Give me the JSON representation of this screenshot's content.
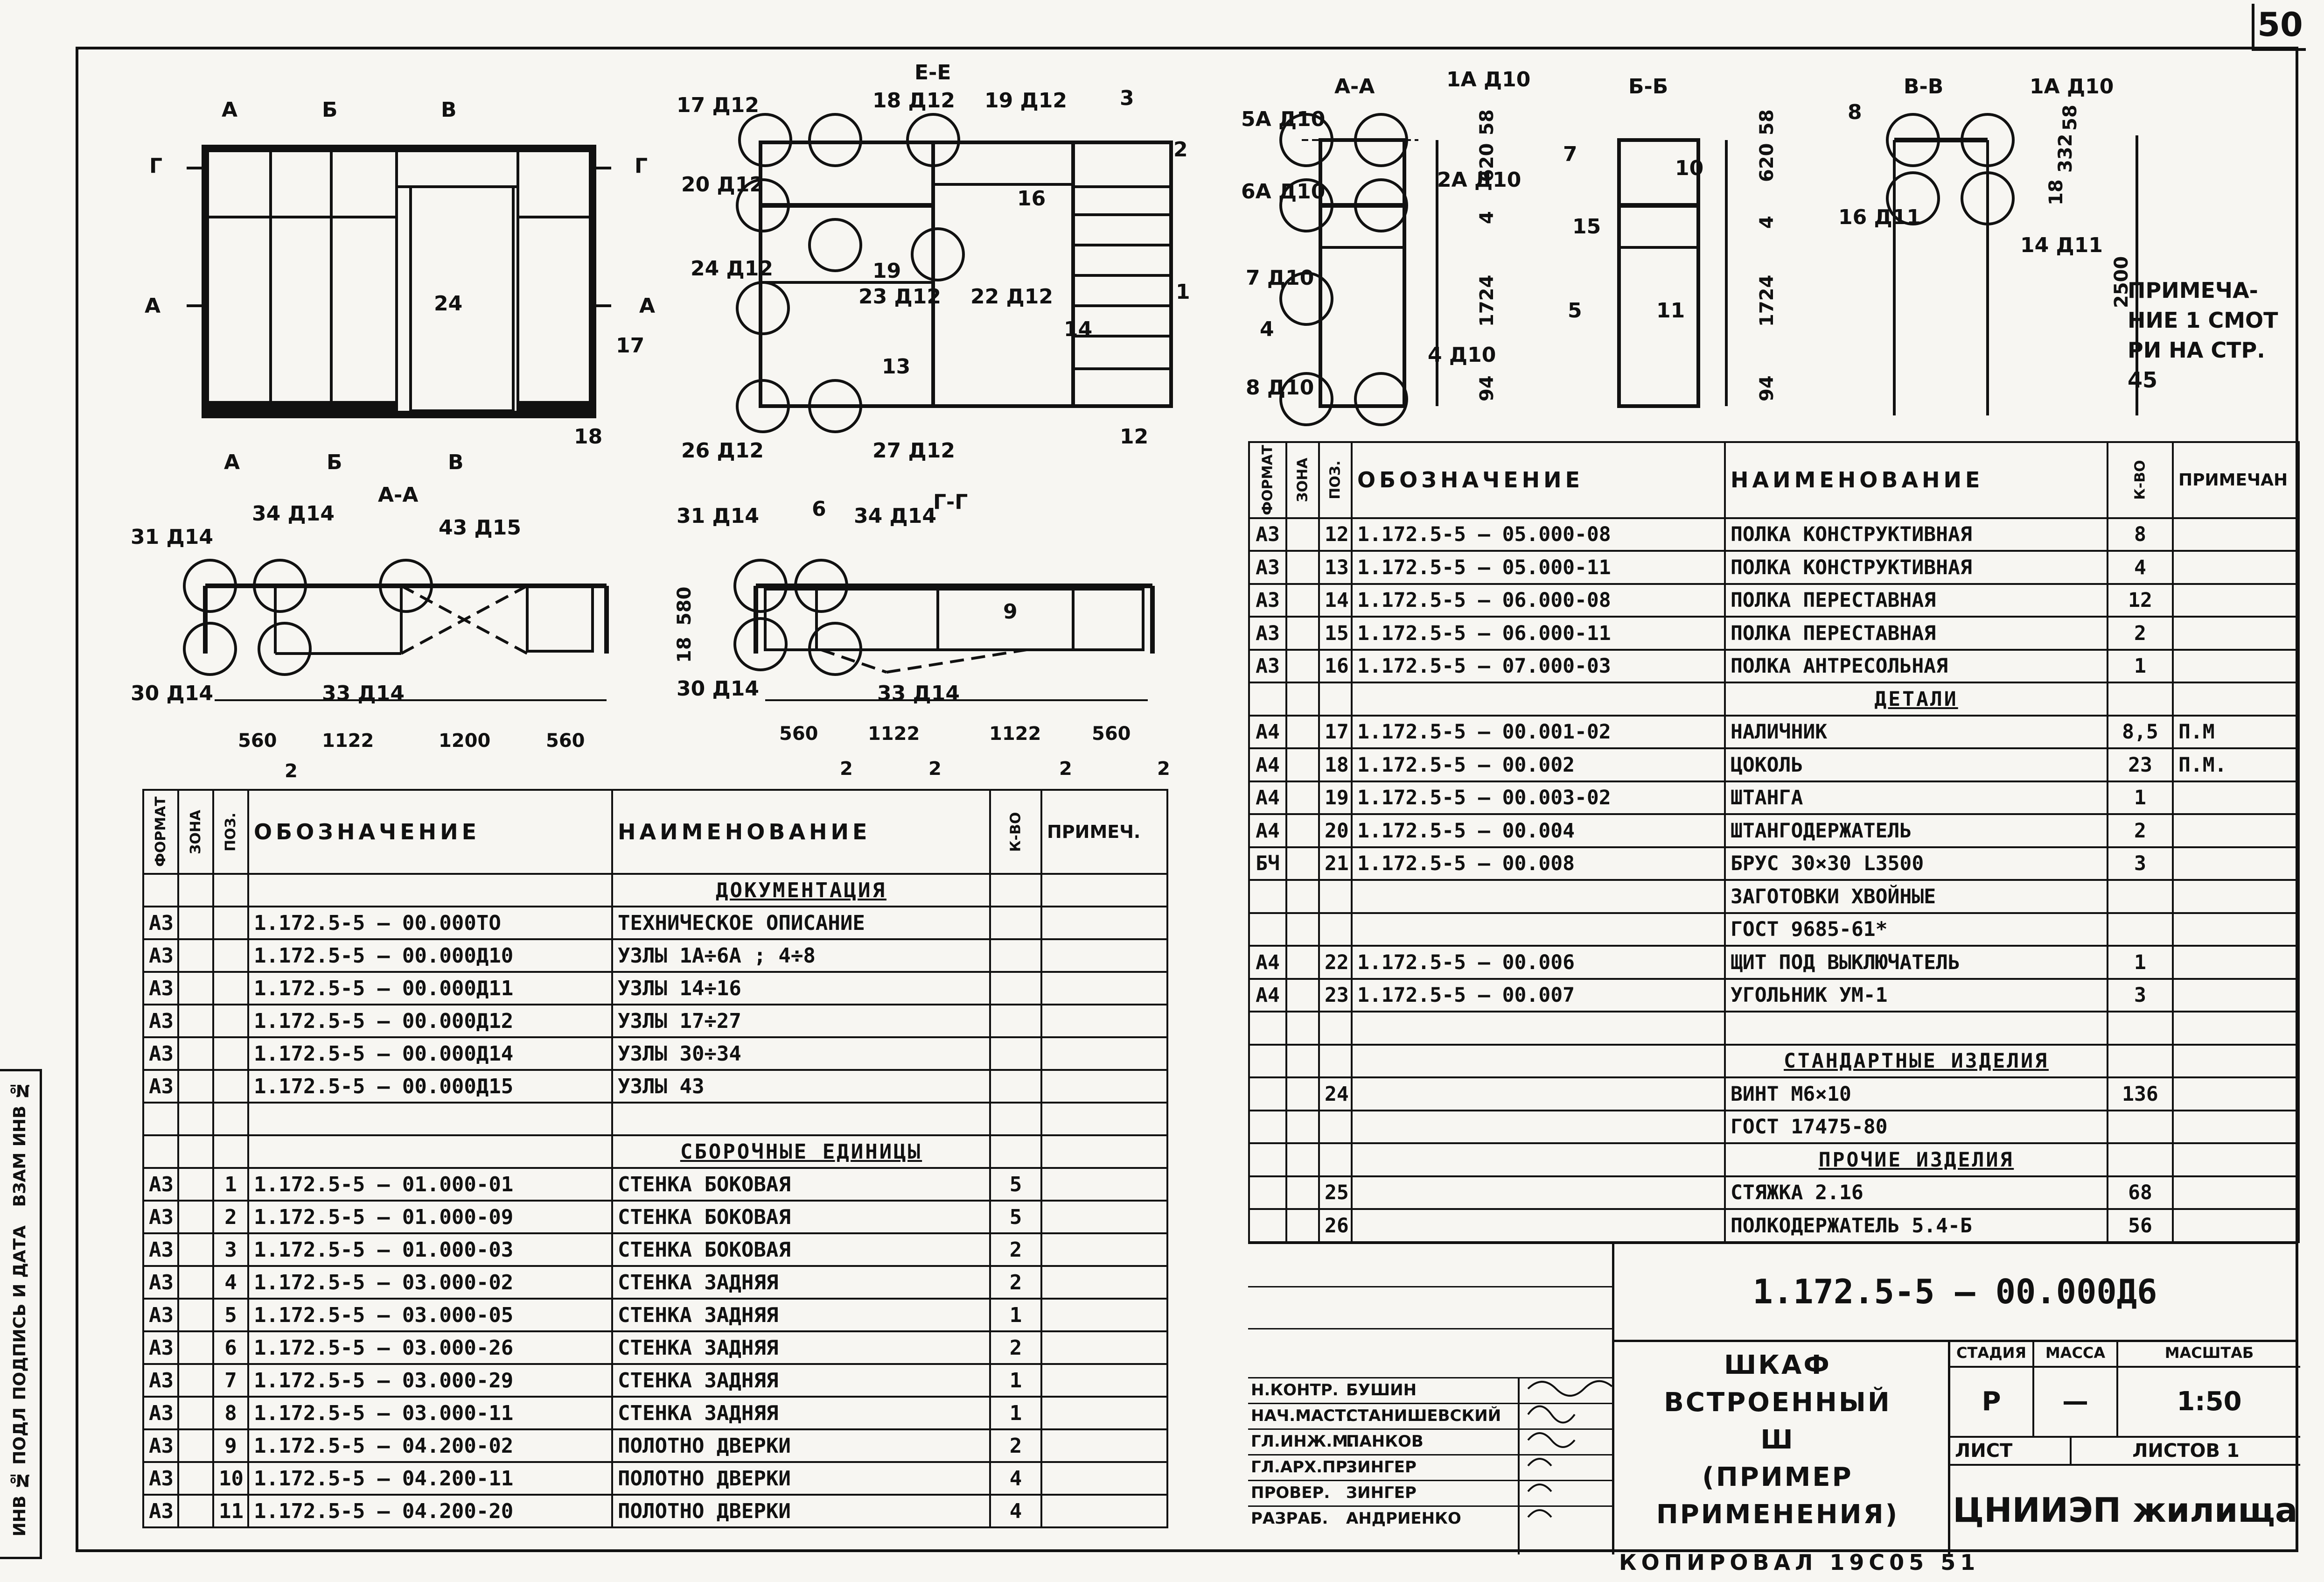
{
  "page_number": "50",
  "side_labels": [
    "ВЗАМ ИНВ №",
    "ПОДПИСЬ И ДАТА",
    "ИНВ № ПОДЛ"
  ],
  "drawing_labels": {
    "sec_ee": "Е-Е",
    "sec_aa_top": "А-А",
    "sec_bb": "Б-Б",
    "sec_vv": "В-В",
    "sec_aa_mid": "А-А",
    "sec_gg": "Г-Г",
    "front_marks": [
      "А",
      "Б",
      "В",
      "Г",
      "Г",
      "А",
      "А",
      "А",
      "Б",
      "В"
    ],
    "callouts": [
      "24",
      "17",
      "18",
      "1",
      "2",
      "3",
      "9",
      "13",
      "14",
      "16",
      "19",
      "12",
      "5",
      "7",
      "8",
      "10",
      "11",
      "15",
      "6",
      "4"
    ],
    "nodes": [
      "17 Д12",
      "18 Д12",
      "19 Д12",
      "20 Д12",
      "24 Д12",
      "23 Д12",
      "22 Д12",
      "26 Д12",
      "27 Д12",
      "1А Д10",
      "5А Д10",
      "6А Д10",
      "2А Д10",
      "7 Д10",
      "4 Д10",
      "8 Д10",
      "1А Д10",
      "16 Д11",
      "14 Д11",
      "31 Д14",
      "34 Д14",
      "43 Д15",
      "30 Д14",
      "33 Д14",
      "31 Д14",
      "34 Д14",
      "30 Д14",
      "33 Д14"
    ],
    "dims": [
      "560",
      "1122",
      "1200",
      "560",
      "560",
      "1122",
      "1122",
      "560",
      "620",
      "58",
      "1724",
      "94",
      "620",
      "58",
      "1724",
      "94",
      "2500",
      "332",
      "58",
      "18",
      "4",
      "4",
      "580",
      "18",
      "2",
      "2",
      "2",
      "2",
      "2"
    ]
  },
  "note": "ПРИМЕЧА- НИЕ 1 СМОТ РИ НА СТР. 45",
  "left_spec": {
    "headers": {
      "fmt": "ФОРМАТ",
      "zone": "ЗОНА",
      "pos": "ПОЗ.",
      "designation": "ОБОЗНАЧЕНИЕ",
      "name": "НАИМЕНОВАНИЕ",
      "qty": "К-ВО",
      "note": "ПРИМЕЧ."
    },
    "rows": [
      {
        "sec": "ДОКУМЕНТАЦИЯ"
      },
      {
        "fmt": "А3",
        "pos": "",
        "des": "1.172.5-5 — 00.000ТО",
        "name": "ТЕХНИЧЕСКОЕ ОПИСАНИЕ",
        "qty": "",
        "note": ""
      },
      {
        "fmt": "А3",
        "pos": "",
        "des": "1.172.5-5 — 00.000Д10",
        "name": "УЗЛЫ 1А÷6А ; 4÷8",
        "qty": "",
        "note": ""
      },
      {
        "fmt": "А3",
        "pos": "",
        "des": "1.172.5-5 — 00.000Д11",
        "name": "УЗЛЫ 14÷16",
        "qty": "",
        "note": ""
      },
      {
        "fmt": "А3",
        "pos": "",
        "des": "1.172.5-5 — 00.000Д12",
        "name": "УЗЛЫ 17÷27",
        "qty": "",
        "note": ""
      },
      {
        "fmt": "А3",
        "pos": "",
        "des": "1.172.5-5 — 00.000Д14",
        "name": "УЗЛЫ 30÷34",
        "qty": "",
        "note": ""
      },
      {
        "fmt": "А3",
        "pos": "",
        "des": "1.172.5-5 — 00.000Д15",
        "name": "УЗЛЫ 43",
        "qty": "",
        "note": ""
      },
      {
        "fmt": "",
        "pos": "",
        "des": "",
        "name": "",
        "qty": "",
        "note": ""
      },
      {
        "sec": "СБОРОЧНЫЕ ЕДИНИЦЫ"
      },
      {
        "fmt": "А3",
        "pos": "1",
        "des": "1.172.5-5 — 01.000-01",
        "name": "СТЕНКА БОКОВАЯ",
        "qty": "5",
        "note": ""
      },
      {
        "fmt": "А3",
        "pos": "2",
        "des": "1.172.5-5 — 01.000-09",
        "name": "СТЕНКА БОКОВАЯ",
        "qty": "5",
        "note": ""
      },
      {
        "fmt": "А3",
        "pos": "3",
        "des": "1.172.5-5 — 01.000-03",
        "name": "СТЕНКА БОКОВАЯ",
        "qty": "2",
        "note": ""
      },
      {
        "fmt": "А3",
        "pos": "4",
        "des": "1.172.5-5 — 03.000-02",
        "name": "СТЕНКА ЗАДНЯЯ",
        "qty": "2",
        "note": ""
      },
      {
        "fmt": "А3",
        "pos": "5",
        "des": "1.172.5-5 — 03.000-05",
        "name": "СТЕНКА ЗАДНЯЯ",
        "qty": "1",
        "note": ""
      },
      {
        "fmt": "А3",
        "pos": "6",
        "des": "1.172.5-5 — 03.000-26",
        "name": "СТЕНКА ЗАДНЯЯ",
        "qty": "2",
        "note": ""
      },
      {
        "fmt": "А3",
        "pos": "7",
        "des": "1.172.5-5 — 03.000-29",
        "name": "СТЕНКА ЗАДНЯЯ",
        "qty": "1",
        "note": ""
      },
      {
        "fmt": "А3",
        "pos": "8",
        "des": "1.172.5-5 — 03.000-11",
        "name": "СТЕНКА ЗАДНЯЯ",
        "qty": "1",
        "note": ""
      },
      {
        "fmt": "А3",
        "pos": "9",
        "des": "1.172.5-5 — 04.200-02",
        "name": "ПОЛОТНО ДВЕРКИ",
        "qty": "2",
        "note": ""
      },
      {
        "fmt": "А3",
        "pos": "10",
        "des": "1.172.5-5 — 04.200-11",
        "name": "ПОЛОТНО ДВЕРКИ",
        "qty": "4",
        "note": ""
      },
      {
        "fmt": "А3",
        "pos": "11",
        "des": "1.172.5-5 — 04.200-20",
        "name": "ПОЛОТНО ДВЕРКИ",
        "qty": "4",
        "note": ""
      }
    ]
  },
  "right_spec": {
    "headers": {
      "fmt": "ФОРМАТ",
      "zone": "ЗОНА",
      "pos": "ПОЗ.",
      "designation": "ОБОЗНАЧЕНИЕ",
      "name": "НАИМЕНОВАНИЕ",
      "qty": "К-ВО",
      "note": "ПРИМЕЧАН"
    },
    "rows": [
      {
        "fmt": "А3",
        "pos": "12",
        "des": "1.172.5-5 — 05.000-08",
        "name": "ПОЛКА КОНСТРУКТИВНАЯ",
        "qty": "8",
        "note": ""
      },
      {
        "fmt": "А3",
        "pos": "13",
        "des": "1.172.5-5 — 05.000-11",
        "name": "ПОЛКА КОНСТРУКТИВНАЯ",
        "qty": "4",
        "note": ""
      },
      {
        "fmt": "А3",
        "pos": "14",
        "des": "1.172.5-5 — 06.000-08",
        "name": "ПОЛКА ПЕРЕСТАВНАЯ",
        "qty": "12",
        "note": ""
      },
      {
        "fmt": "А3",
        "pos": "15",
        "des": "1.172.5-5 — 06.000-11",
        "name": "ПОЛКА ПЕРЕСТАВНАЯ",
        "qty": "2",
        "note": ""
      },
      {
        "fmt": "А3",
        "pos": "16",
        "des": "1.172.5-5 — 07.000-03",
        "name": "ПОЛКА АНТРЕСОЛЬНАЯ",
        "qty": "1",
        "note": ""
      },
      {
        "sec": "ДЕТАЛИ"
      },
      {
        "fmt": "А4",
        "pos": "17",
        "des": "1.172.5-5 — 00.001-02",
        "name": "НАЛИЧНИК",
        "qty": "8,5",
        "note": "П.М"
      },
      {
        "fmt": "А4",
        "pos": "18",
        "des": "1.172.5-5 — 00.002",
        "name": "ЦОКОЛЬ",
        "qty": "23",
        "note": "П.М."
      },
      {
        "fmt": "А4",
        "pos": "19",
        "des": "1.172.5-5 — 00.003-02",
        "name": "ШТАНГА",
        "qty": "1",
        "note": ""
      },
      {
        "fmt": "А4",
        "pos": "20",
        "des": "1.172.5-5 — 00.004",
        "name": "ШТАНГОДЕРЖАТЕЛЬ",
        "qty": "2",
        "note": ""
      },
      {
        "fmt": "БЧ",
        "pos": "21",
        "des": "1.172.5-5 — 00.008",
        "name": "БРУС 30×30 L3500",
        "qty": "3",
        "note": ""
      },
      {
        "fmt": "",
        "pos": "",
        "des": "",
        "name": "ЗАГОТОВКИ ХВОЙНЫЕ",
        "qty": "",
        "note": ""
      },
      {
        "fmt": "",
        "pos": "",
        "des": "",
        "name": "ГОСТ 9685-61*",
        "qty": "",
        "note": ""
      },
      {
        "fmt": "А4",
        "pos": "22",
        "des": "1.172.5-5 — 00.006",
        "name": "ЩИТ ПОД ВЫКЛЮЧАТЕЛЬ",
        "qty": "1",
        "note": ""
      },
      {
        "fmt": "А4",
        "pos": "23",
        "des": "1.172.5-5 — 00.007",
        "name": "УГОЛЬНИК УМ-1",
        "qty": "3",
        "note": ""
      },
      {
        "fmt": "",
        "pos": "",
        "des": "",
        "name": "",
        "qty": "",
        "note": ""
      },
      {
        "sec": "СТАНДАРТНЫЕ ИЗДЕЛИЯ"
      },
      {
        "fmt": "",
        "pos": "24",
        "des": "",
        "name": "ВИНТ М6×10",
        "qty": "136",
        "note": ""
      },
      {
        "fmt": "",
        "pos": "",
        "des": "",
        "name": "ГОСТ 17475-80",
        "qty": "",
        "note": ""
      },
      {
        "sec": "ПРОЧИЕ ИЗДЕЛИЯ"
      },
      {
        "fmt": "",
        "pos": "25",
        "des": "",
        "name": "СТЯЖКА 2.16",
        "qty": "68",
        "note": ""
      },
      {
        "fmt": "",
        "pos": "26",
        "des": "",
        "name": "ПОЛКОДЕРЖАТЕЛЬ 5.4-Б",
        "qty": "56",
        "note": ""
      }
    ]
  },
  "title_block": {
    "doc_code": "1.172.5-5 — 00.000Д6",
    "title_line1": "ШКАФ ВСТРОЕННЫЙ",
    "title_line2": "Ш",
    "title_line3": "(ПРИМЕР ПРИМЕНЕНИЯ)",
    "stage_label": "СТАДИЯ",
    "mass_label": "МАССА",
    "scale_label": "МАСШТАБ",
    "stage": "Р",
    "mass": "—",
    "scale": "1:50",
    "sheet_label": "ЛИСТ",
    "sheets_label": "ЛИСТОВ 1",
    "org": "ЦНИИЭП жилища",
    "signers": [
      {
        "role": "Н.КОНТР.",
        "name": "БУШИН"
      },
      {
        "role": "НАЧ.МАСТ.",
        "name": "СТАНИШЕВСКИЙ"
      },
      {
        "role": "ГЛ.ИНЖ.М.",
        "name": "ПАНКОВ"
      },
      {
        "role": "ГЛ.АРХ.ПР.",
        "name": "ЗИНГЕР"
      },
      {
        "role": "ПРОВЕР.",
        "name": "ЗИНГЕР"
      },
      {
        "role": "РАЗРАБ.",
        "name": "АНДРИЕНКО"
      }
    ]
  },
  "copied_by": "КОПИРОВАЛ 19С05 51"
}
